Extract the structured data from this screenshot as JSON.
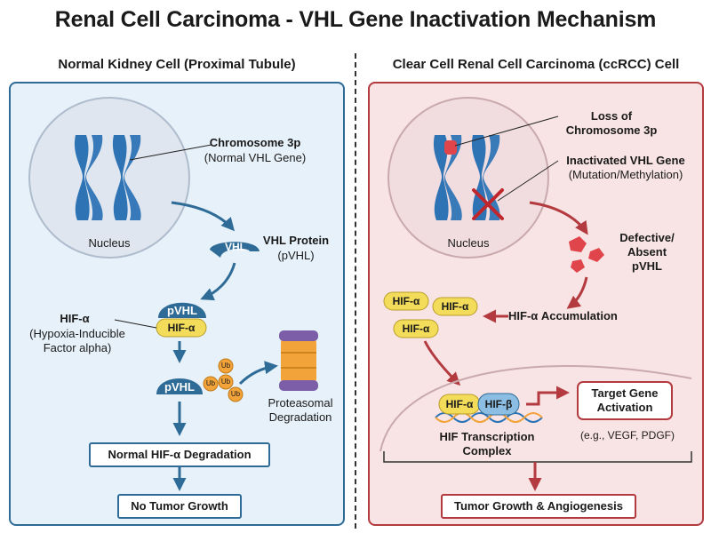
{
  "title": "Renal Cell Carcinoma - VHL Gene Inactivation Mechanism",
  "left": {
    "heading": "Normal Kidney Cell (Proximal Tubule)",
    "nucleus": "Nucleus",
    "chromosome_label": "Chromosome 3p",
    "chromosome_sub": "(Normal VHL Gene)",
    "vhl_shape": "VHL",
    "vhl_protein": "VHL Protein",
    "vhl_protein_sub": "(pVHL)",
    "pvhl_complex": "pVHL",
    "hif_complex": "HIF-α",
    "hif_label": "HIF-α",
    "hif_sub1": "(Hypoxia-Inducible",
    "hif_sub2": "Factor alpha)",
    "pvhl_ub": "pVHL",
    "ub": "Ub",
    "proteasome_1": "Proteasomal",
    "proteasome_2": "Degradation",
    "box_degradation": "Normal HIF-α Degradation",
    "box_result": "No Tumor Growth"
  },
  "right": {
    "heading": "Clear Cell Renal Cell Carcinoma (ccRCC) Cell",
    "nucleus": "Nucleus",
    "loss_1": "Loss of",
    "loss_2": "Chromosome 3p",
    "inactivated_1": "Inactivated VHL Gene",
    "inactivated_2": "(Mutation/Methylation)",
    "defective_1": "Defective/",
    "defective_2": "Absent",
    "defective_3": "pVHL",
    "hif_a": "HIF-α",
    "accumulation": "HIF-α Accumulation",
    "hif_alpha": "HIF-α",
    "hif_beta": "HIF-β",
    "complex_1": "HIF Transcription",
    "complex_2": "Complex",
    "target_1": "Target Gene",
    "target_2": "Activation",
    "target_sub": "(e.g., VEGF, PDGF)",
    "box_result": "Tumor Growth & Angiogenesis"
  },
  "colors": {
    "blue": "#2e6b96",
    "red": "#b33a3f",
    "chromosome": "#2e74b5",
    "hif": "#f3dc5a",
    "ub": "#f2a33a"
  }
}
